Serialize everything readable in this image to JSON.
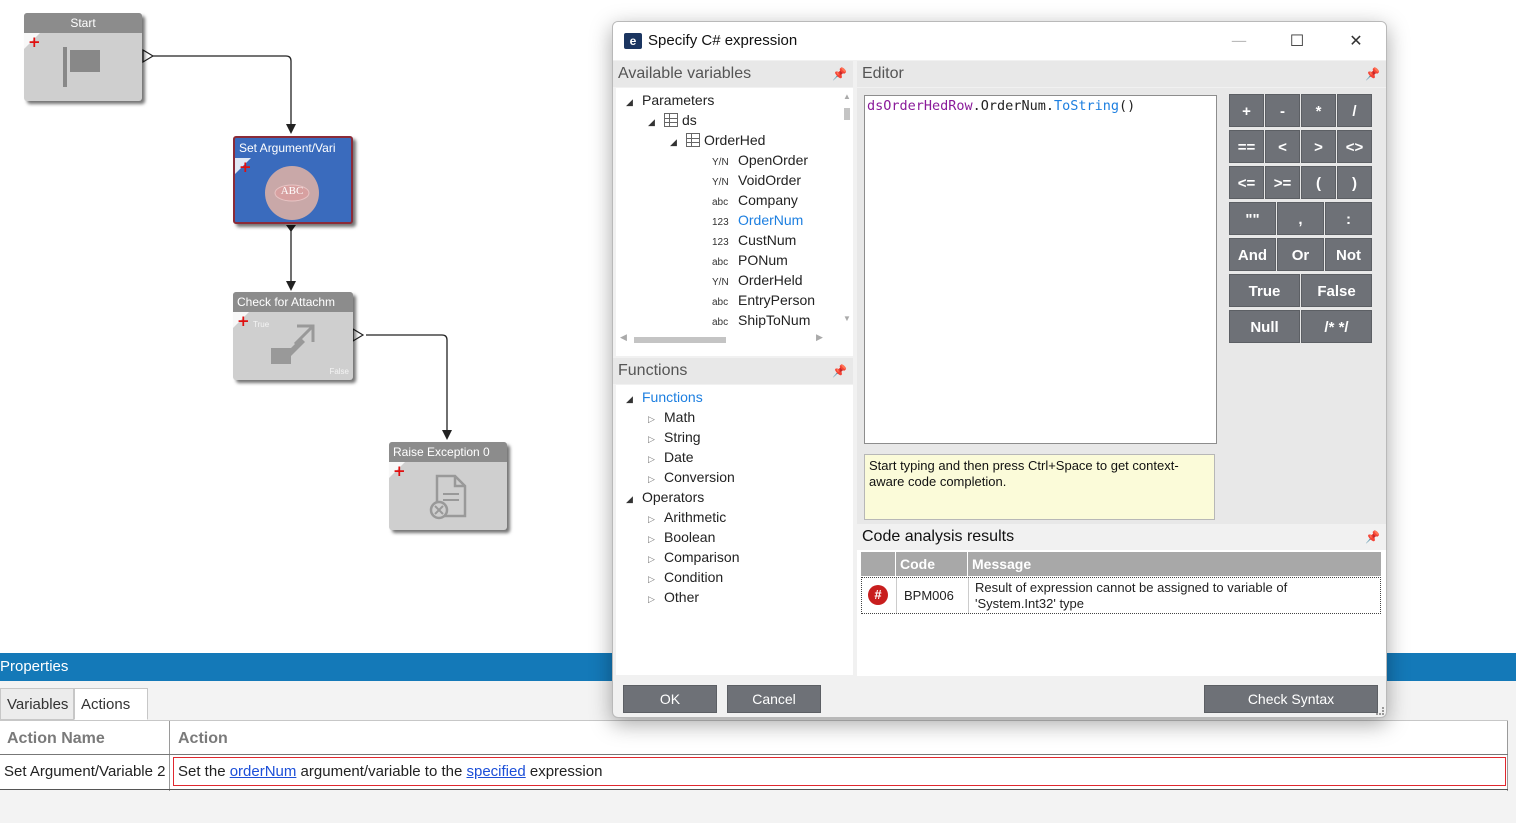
{
  "canvas": {
    "nodes": {
      "start": {
        "title": "Start"
      },
      "set_arg": {
        "title": "Set Argument/Vari",
        "badge": "ABC"
      },
      "check_attach": {
        "title": "Check for Attachm",
        "true_label": "True",
        "false_label": "False"
      },
      "raise_exc": {
        "title": "Raise Exception 0"
      }
    }
  },
  "dialog": {
    "title": "Specify C# expression",
    "app_icon": "e",
    "window_controls": {
      "minimize": "—",
      "maximize": "☐",
      "close": "✕"
    },
    "variables_pane": {
      "title": "Available variables",
      "tree": [
        {
          "label": "Parameters"
        },
        {
          "label": "ds"
        },
        {
          "label": "OrderHed"
        },
        {
          "prefix": "Y/N",
          "label": "OpenOrder"
        },
        {
          "prefix": "Y/N",
          "label": "VoidOrder"
        },
        {
          "prefix": "abc",
          "label": "Company"
        },
        {
          "prefix": "123",
          "label": "OrderNum"
        },
        {
          "prefix": "123",
          "label": "CustNum"
        },
        {
          "prefix": "abc",
          "label": "PONum"
        },
        {
          "prefix": "Y/N",
          "label": "OrderHeld"
        },
        {
          "prefix": "abc",
          "label": "EntryPerson"
        },
        {
          "prefix": "abc",
          "label": "ShipToNum"
        }
      ]
    },
    "functions_pane": {
      "title": "Functions",
      "tree": [
        {
          "label": "Functions"
        },
        {
          "label": "Math"
        },
        {
          "label": "String"
        },
        {
          "label": "Date"
        },
        {
          "label": "Conversion"
        },
        {
          "label": "Operators"
        },
        {
          "label": "Arithmetic"
        },
        {
          "label": "Boolean"
        },
        {
          "label": "Comparison"
        },
        {
          "label": "Condition"
        },
        {
          "label": "Other"
        }
      ]
    },
    "editor": {
      "title": "Editor",
      "code_var": "dsOrderHedRow",
      "code_dot1": ".OrderNum.",
      "code_fn": "ToString",
      "code_end": "()",
      "hint": "Start typing and then press Ctrl+Space to get context-aware code completion."
    },
    "keypad": [
      "+",
      "-",
      "*",
      "/",
      "==",
      "<",
      ">",
      "<>",
      "<=",
      ">=",
      "(",
      ")",
      "\"\"",
      ",",
      ":",
      "And",
      "Or",
      "Not",
      "True",
      "False",
      "Null",
      "/* */"
    ],
    "code_analysis": {
      "title": "Code analysis results",
      "columns": {
        "code": "Code",
        "message": "Message"
      },
      "row": {
        "code": "BPM006",
        "message_line1": "Result of expression cannot be assigned to variable of",
        "message_line2": "'System.Int32' type"
      }
    },
    "buttons": {
      "ok": "OK",
      "cancel": "Cancel",
      "check_syntax": "Check Syntax"
    }
  },
  "properties": {
    "title": "Properties",
    "tabs": [
      {
        "label": "Variables"
      },
      {
        "label": "Actions"
      }
    ],
    "columns": {
      "name": "Action Name",
      "action": "Action"
    },
    "row": {
      "name": "Set Argument/Variable 2",
      "action_prefix": "Set the ",
      "action_link1": "orderNum",
      "action_mid": " argument/variable to the ",
      "action_link2": "specified",
      "action_suffix": " expression"
    }
  },
  "colors": {
    "accent": "#1479b8",
    "button": "#6e7177",
    "error": "#e0282f",
    "link": "#1c4fd8"
  }
}
